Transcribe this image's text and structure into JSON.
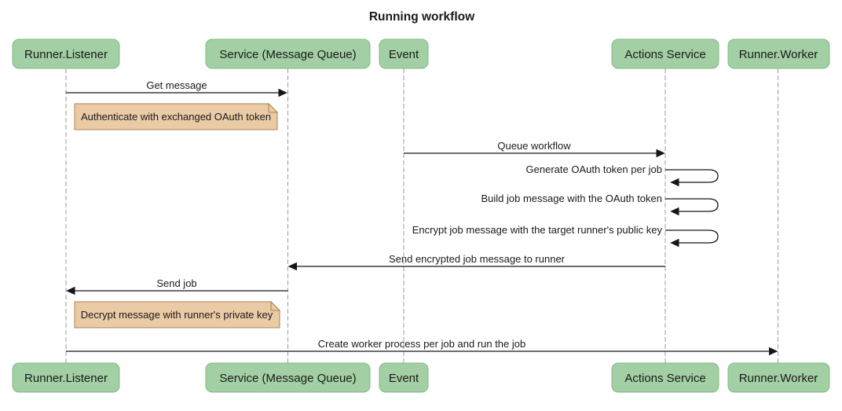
{
  "title": "Running workflow",
  "diagram_type": "sequence-diagram",
  "participants": [
    {
      "label": "Runner.Listener"
    },
    {
      "label": "Service (Message Queue)"
    },
    {
      "label": "Event"
    },
    {
      "label": "Actions Service"
    },
    {
      "label": "Runner.Worker"
    }
  ],
  "messages": [
    {
      "type": "arrow",
      "from": "Runner.Listener",
      "to": "Service (Message Queue)",
      "label": "Get message"
    },
    {
      "type": "note",
      "over": [
        "Runner.Listener",
        "Service (Message Queue)"
      ],
      "label": "Authenticate with exchanged OAuth token"
    },
    {
      "type": "arrow",
      "from": "Event",
      "to": "Actions Service",
      "label": "Queue workflow"
    },
    {
      "type": "self",
      "from": "Actions Service",
      "to": "Actions Service",
      "label": "Generate OAuth token per job"
    },
    {
      "type": "self",
      "from": "Actions Service",
      "to": "Actions Service",
      "label": "Build job message with the OAuth token"
    },
    {
      "type": "self",
      "from": "Actions Service",
      "to": "Actions Service",
      "label": "Encrypt job message with the target runner's public key"
    },
    {
      "type": "arrow",
      "from": "Actions Service",
      "to": "Service (Message Queue)",
      "label": "Send encrypted job message to runner"
    },
    {
      "type": "arrow",
      "from": "Service (Message Queue)",
      "to": "Runner.Listener",
      "label": "Send job"
    },
    {
      "type": "note",
      "over": [
        "Runner.Listener",
        "Service (Message Queue)"
      ],
      "label": "Decrypt message with runner's private key"
    },
    {
      "type": "arrow",
      "from": "Runner.Listener",
      "to": "Runner.Worker",
      "label": "Create worker process per job and run the job"
    }
  ],
  "colors": {
    "actor_fill": "#a3cfa4",
    "actor_border": "#82b885",
    "note_fill": "#ebcba6",
    "note_border": "#a8854f",
    "line": "#161616",
    "lifeline": "#9b9b9b",
    "text": "#1a1a1a",
    "background": "#ffffff"
  }
}
